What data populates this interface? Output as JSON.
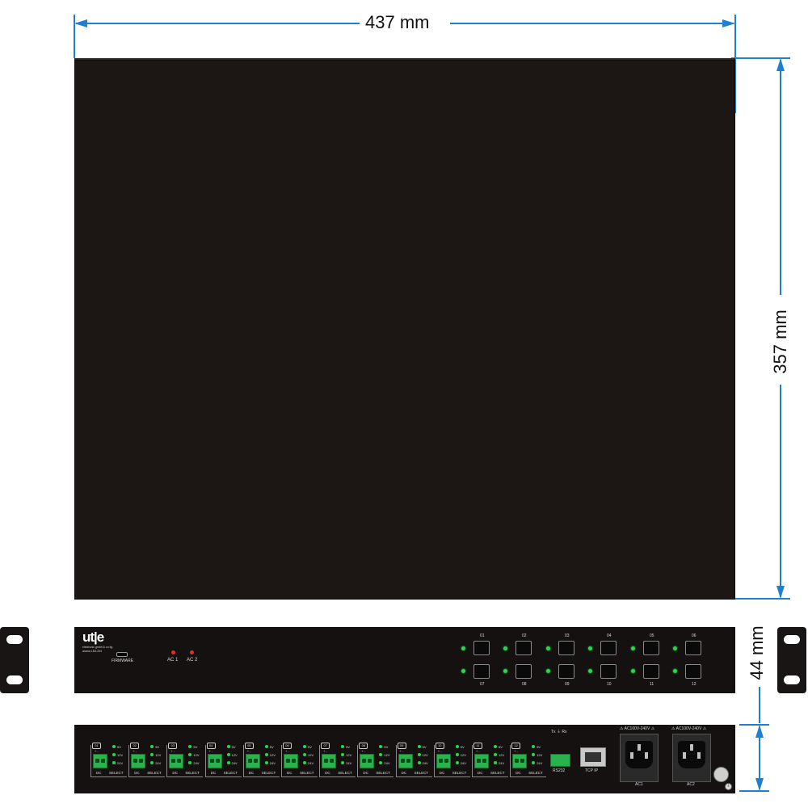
{
  "dimensions": {
    "width": "437 mm",
    "depth": "357 mm",
    "height": "44 mm"
  },
  "colors": {
    "dimension_line": "#1f7fd0",
    "chassis": "#1c1714",
    "led_green": "#27d84a",
    "led_red": "#e03020",
    "terminal_green": "#2ab24c"
  },
  "front_panel": {
    "logo": "ut|e",
    "logo_subtext": "electronic gmbh & co kg",
    "model_line": "arama LEA 204",
    "firmware_label": "FIRMWARE",
    "ac_labels": [
      "AC 1",
      "AC 2"
    ],
    "channel_labels_top": [
      "01",
      "02",
      "03",
      "04",
      "05",
      "06"
    ],
    "channel_labels_bottom": [
      "07",
      "08",
      "09",
      "10",
      "11",
      "12"
    ]
  },
  "rear_panel": {
    "channels": [
      "01",
      "02",
      "03",
      "04",
      "05",
      "06",
      "07",
      "08",
      "09",
      "10",
      "11",
      "12"
    ],
    "voltages": [
      "5V",
      "12V",
      "24V"
    ],
    "dc_label": "DC",
    "select_label": "SELECT",
    "polarity": [
      "+",
      "-"
    ],
    "rs232_label": "RS232",
    "rs232_pins": "Tx ⏚ Rx",
    "tcpip_label": "TCP IP",
    "ac_input_rating": "AC100V-240V",
    "ac_inputs": [
      "AC1",
      "AC2"
    ],
    "ground_icon": "ground-screw-icon"
  }
}
